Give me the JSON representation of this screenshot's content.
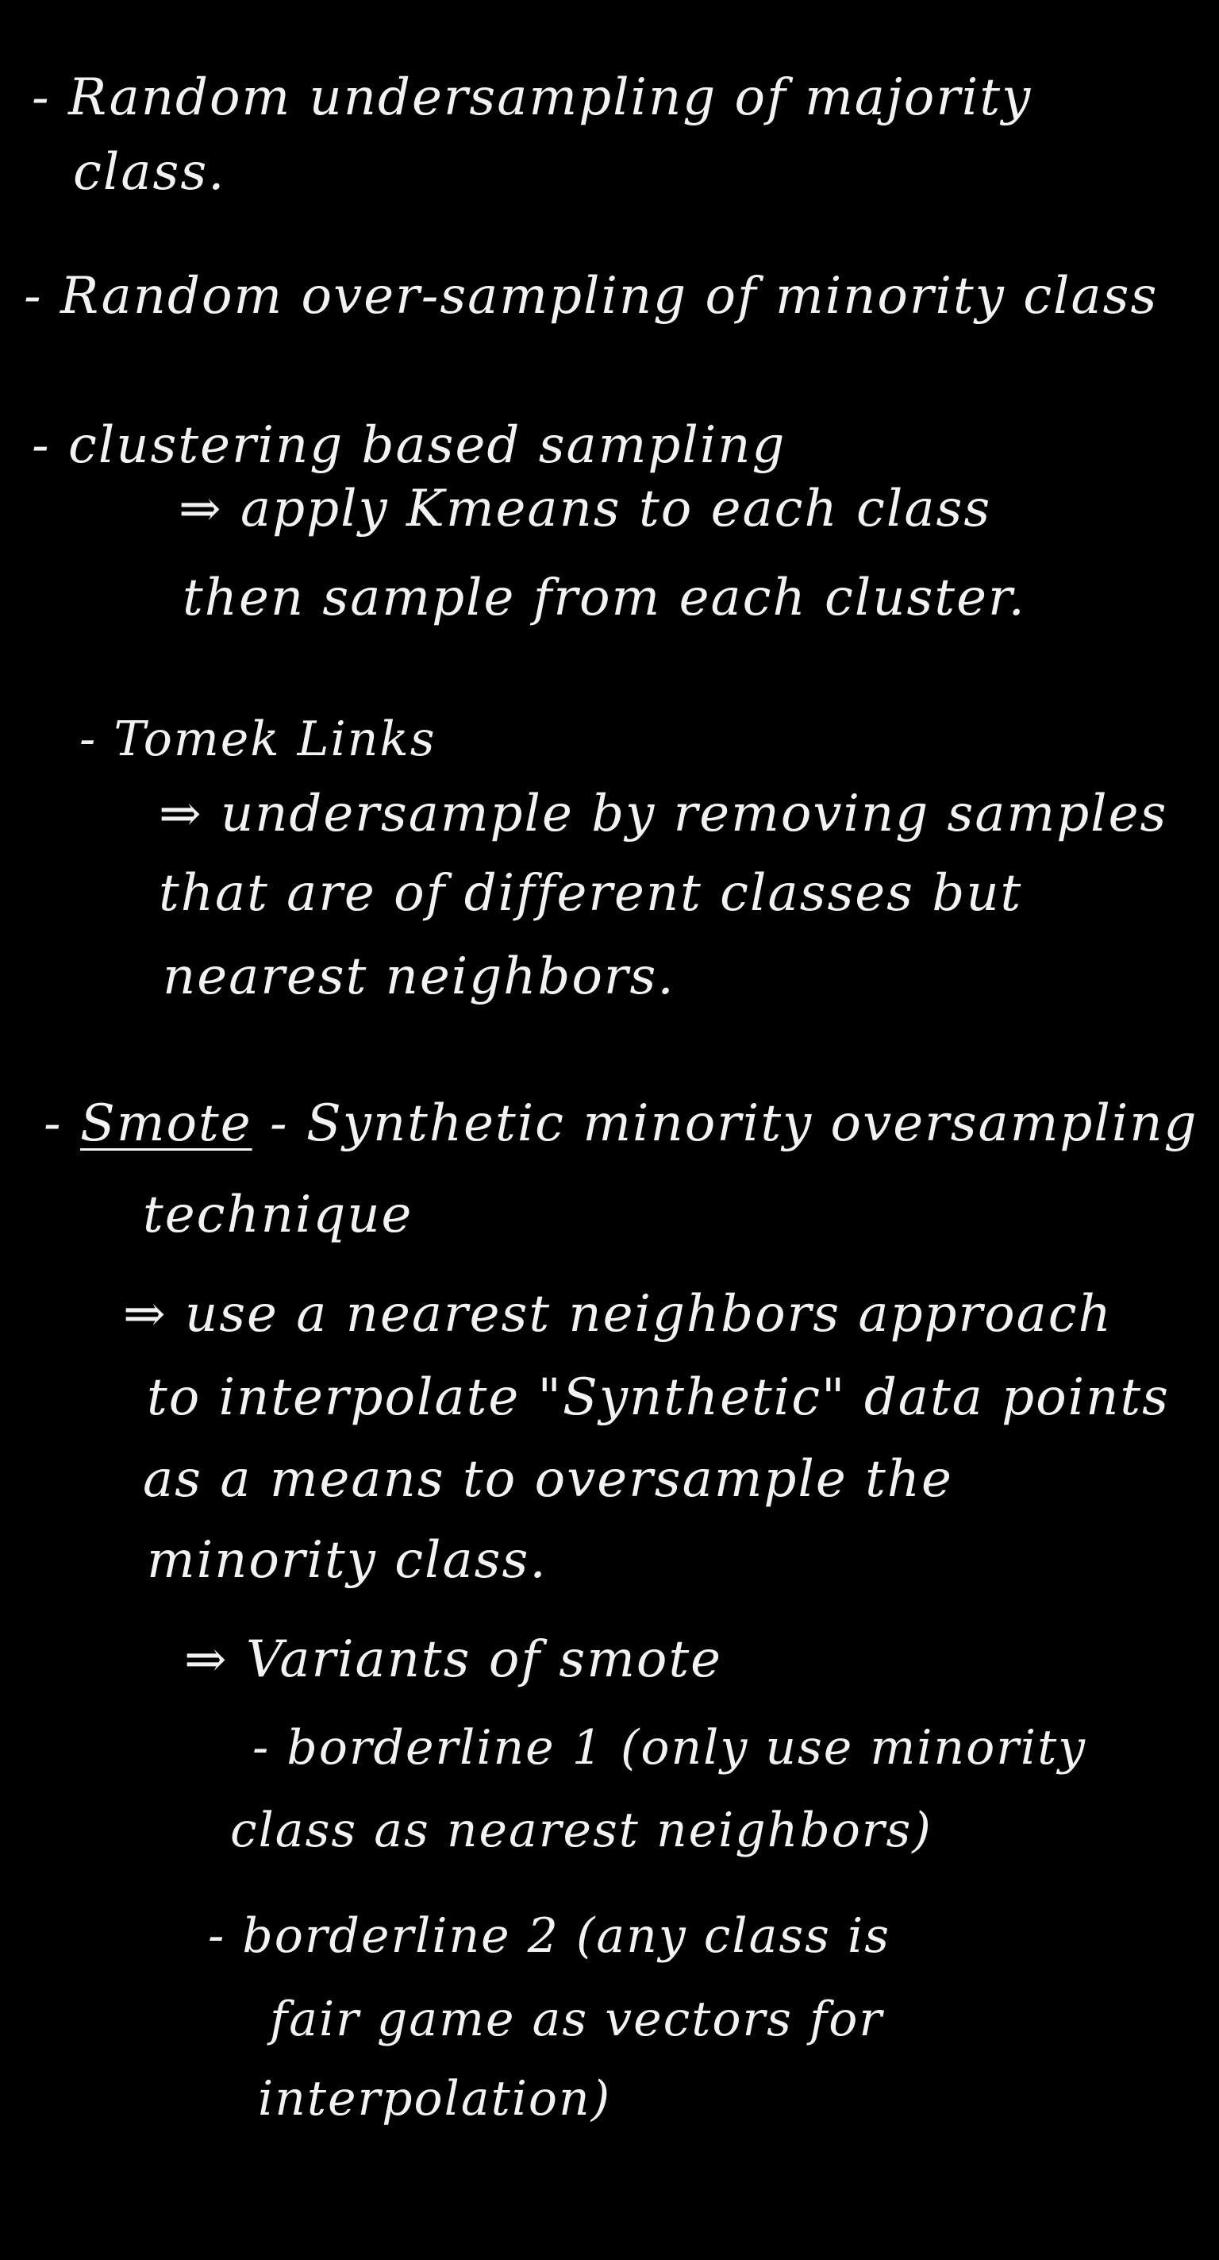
{
  "theme": {
    "background": "#000000",
    "ink": "#f2f2f2"
  },
  "notes": {
    "undersampling": {
      "line1": "- Random undersampling of majority",
      "line2": "class."
    },
    "oversampling": {
      "line1": "- Random over-sampling of minority class"
    },
    "clustering": {
      "heading": "- clustering based sampling",
      "detail1": "⇒ apply Kmeans to each class",
      "detail2": "then sample from each cluster."
    },
    "tomek": {
      "heading": "- Tomek Links",
      "detail1": "⇒ undersample by removing samples",
      "detail2": "that are of different classes but",
      "detail3": "nearest neighbors."
    },
    "smote": {
      "dash": "-",
      "name": "Smote",
      "expansion": "- Synthetic minority oversampling",
      "expansion2": "technique",
      "detail1": "⇒ use a nearest neighbors approach",
      "detail2": "to interpolate \"Synthetic\" data points",
      "detail3": "as a means to oversample the",
      "detail4": "minority class.",
      "variants_heading": "⇒ Variants of smote",
      "variant1_line1": "- borderline 1 (only use minority",
      "variant1_line2": "class as nearest neighbors)",
      "variant2_line1": "- borderline 2 (any class is",
      "variant2_line2": "fair game as vectors for",
      "variant2_line3": "interpolation)"
    }
  }
}
